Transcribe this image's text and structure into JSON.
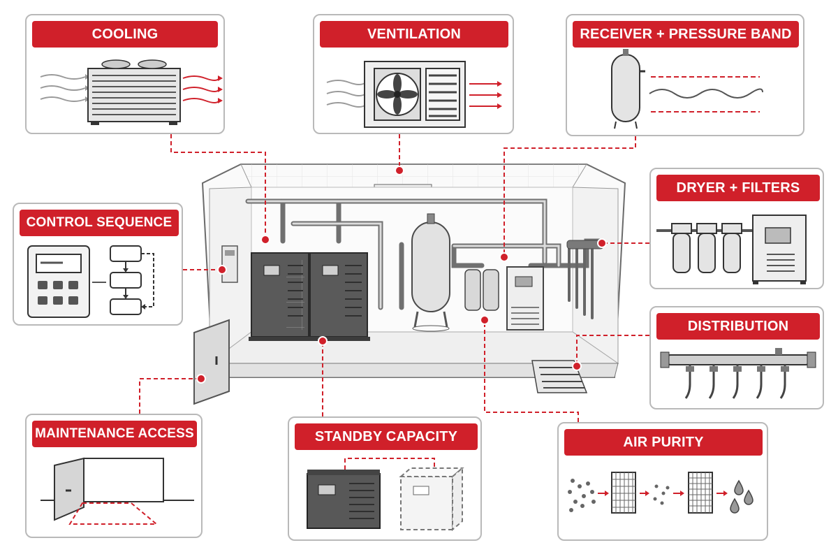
{
  "colors": {
    "accent": "#d0202a",
    "panel_border": "#b9b9b9",
    "line": "#3a3a3a",
    "equipment": "#5a5a5a"
  },
  "panels": {
    "cooling": {
      "label": "COOLING"
    },
    "ventilation": {
      "label": "VENTILATION"
    },
    "receiver": {
      "label": "RECEIVER + PRESSURE BAND"
    },
    "control": {
      "label": "CONTROL SEQUENCE"
    },
    "dryer": {
      "label": "DRYER + FILTERS"
    },
    "distribution": {
      "label": "DISTRIBUTION"
    },
    "maintenance": {
      "label": "MAINTENANCE ACCESS"
    },
    "standby": {
      "label": "STANDBY CAPACITY"
    },
    "purity": {
      "label": "AIR PURITY"
    }
  },
  "icons": [
    "cooler-icon",
    "fan-icon",
    "receiver-tank-icon",
    "controller-icon",
    "dryer-icon",
    "manifold-icon",
    "door-icon",
    "compressor-icon",
    "filter-icon",
    "droplet-icon"
  ]
}
